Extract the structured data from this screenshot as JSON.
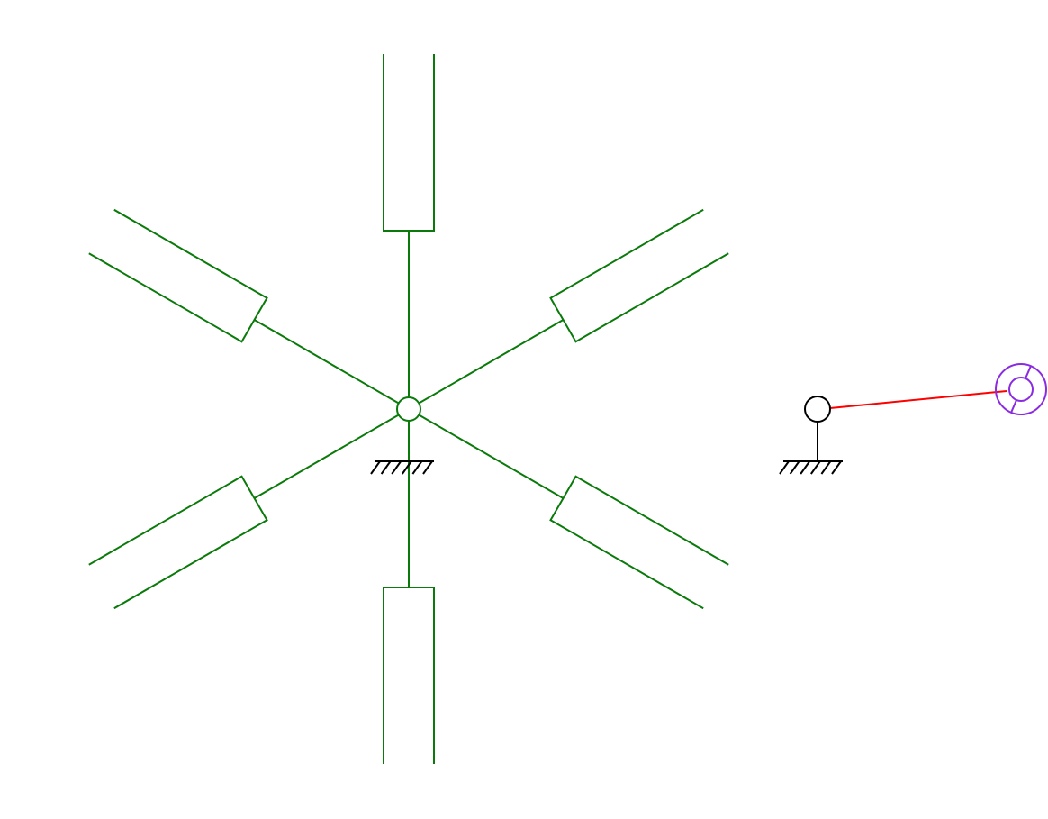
{
  "diagram": {
    "type": "mechanism-kinematic-sketch",
    "colors": {
      "geneva_wheel": "#0a7a0a",
      "ground": "#000000",
      "crank": "#ff0000",
      "pin": "#8a2be2",
      "background": "#ffffff"
    },
    "geneva_wheel": {
      "slot_count": 6,
      "slot_angles_deg": [
        90,
        30,
        -30,
        -90,
        -150,
        150
      ],
      "pivot": "ground-pivot-with-hatch"
    },
    "driver": {
      "pivot": "ground-pivot-with-hatch",
      "crank_direction_deg": 5,
      "end_effector": "pin-roller"
    }
  }
}
